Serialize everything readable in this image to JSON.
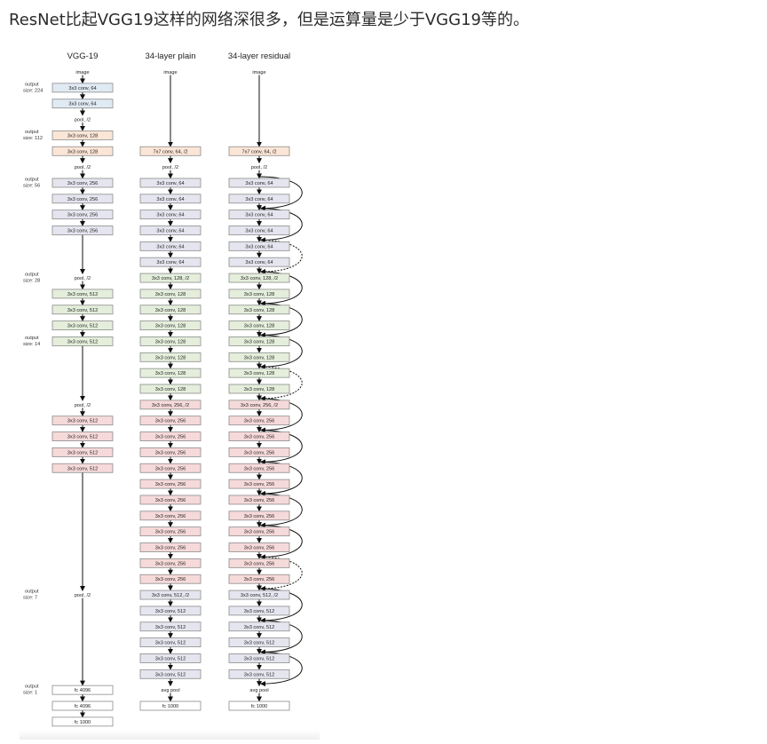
{
  "heading": "ResNet比起VGG19这样的网络深很多，但是运算量是少于VGG19等的。",
  "colors": {
    "blue": "#dfeaf3",
    "peach": "#fbe5d6",
    "grey": "#e5e5ef",
    "green": "#e4eedb",
    "pink": "#f6d9d9",
    "white": "#ffffff",
    "border": "#8c8c8c",
    "arrow": "#111111"
  },
  "diagram": {
    "columns": [
      {
        "title": "VGG-19",
        "layers": [
          {
            "label": "image",
            "type": "text"
          },
          {
            "label": "3x3 conv, 64",
            "type": "box",
            "color": "blue"
          },
          {
            "label": "3x3 conv, 64",
            "type": "box",
            "color": "blue"
          },
          {
            "label": "pool, /2",
            "type": "text"
          },
          {
            "label": "3x3 conv, 128",
            "type": "box",
            "color": "peach"
          },
          {
            "label": "3x3 conv, 128",
            "type": "box",
            "color": "peach"
          },
          {
            "label": "pool, /2",
            "type": "text"
          },
          {
            "label": "3x3 conv, 256",
            "type": "box",
            "color": "grey"
          },
          {
            "label": "3x3 conv, 256",
            "type": "box",
            "color": "grey"
          },
          {
            "label": "3x3 conv, 256",
            "type": "box",
            "color": "grey"
          },
          {
            "label": "3x3 conv, 256",
            "type": "box",
            "color": "grey"
          },
          {
            "label": "pool, /2",
            "type": "text"
          },
          {
            "label": "3x3 conv, 512",
            "type": "box",
            "color": "green"
          },
          {
            "label": "3x3 conv, 512",
            "type": "box",
            "color": "green"
          },
          {
            "label": "3x3 conv, 512",
            "type": "box",
            "color": "green"
          },
          {
            "label": "3x3 conv, 512",
            "type": "box",
            "color": "green"
          },
          {
            "label": "pool, /2",
            "type": "text"
          },
          {
            "label": "3x3 conv, 512",
            "type": "box",
            "color": "pink"
          },
          {
            "label": "3x3 conv, 512",
            "type": "box",
            "color": "pink"
          },
          {
            "label": "3x3 conv, 512",
            "type": "box",
            "color": "pink"
          },
          {
            "label": "3x3 conv, 512",
            "type": "box",
            "color": "pink"
          },
          {
            "label": "pool, /2",
            "type": "text"
          },
          {
            "label": "fc 4096",
            "type": "box",
            "color": "white"
          },
          {
            "label": "fc 4096",
            "type": "box",
            "color": "white"
          },
          {
            "label": "fc 1000",
            "type": "box",
            "color": "white"
          }
        ]
      },
      {
        "title": "34-layer plain",
        "layers": [
          {
            "label": "image",
            "type": "text"
          },
          {
            "label": "7x7 conv, 64, /2",
            "type": "box",
            "color": "peach"
          },
          {
            "label": "pool, /2",
            "type": "text"
          },
          {
            "label": "3x3 conv, 64",
            "type": "box",
            "color": "grey"
          },
          {
            "label": "3x3 conv, 64",
            "type": "box",
            "color": "grey"
          },
          {
            "label": "3x3 conv, 64",
            "type": "box",
            "color": "grey"
          },
          {
            "label": "3x3 conv, 64",
            "type": "box",
            "color": "grey"
          },
          {
            "label": "3x3 conv, 64",
            "type": "box",
            "color": "grey"
          },
          {
            "label": "3x3 conv, 64",
            "type": "box",
            "color": "grey"
          },
          {
            "label": "3x3 conv, 128, /2",
            "type": "box",
            "color": "green"
          },
          {
            "label": "3x3 conv, 128",
            "type": "box",
            "color": "green"
          },
          {
            "label": "3x3 conv, 128",
            "type": "box",
            "color": "green"
          },
          {
            "label": "3x3 conv, 128",
            "type": "box",
            "color": "green"
          },
          {
            "label": "3x3 conv, 128",
            "type": "box",
            "color": "green"
          },
          {
            "label": "3x3 conv, 128",
            "type": "box",
            "color": "green"
          },
          {
            "label": "3x3 conv, 128",
            "type": "box",
            "color": "green"
          },
          {
            "label": "3x3 conv, 128",
            "type": "box",
            "color": "green"
          },
          {
            "label": "3x3 conv, 256, /2",
            "type": "box",
            "color": "pink"
          },
          {
            "label": "3x3 conv, 256",
            "type": "box",
            "color": "pink"
          },
          {
            "label": "3x3 conv, 256",
            "type": "box",
            "color": "pink"
          },
          {
            "label": "3x3 conv, 256",
            "type": "box",
            "color": "pink"
          },
          {
            "label": "3x3 conv, 256",
            "type": "box",
            "color": "pink"
          },
          {
            "label": "3x3 conv, 256",
            "type": "box",
            "color": "pink"
          },
          {
            "label": "3x3 conv, 256",
            "type": "box",
            "color": "pink"
          },
          {
            "label": "3x3 conv, 256",
            "type": "box",
            "color": "pink"
          },
          {
            "label": "3x3 conv, 256",
            "type": "box",
            "color": "pink"
          },
          {
            "label": "3x3 conv, 256",
            "type": "box",
            "color": "pink"
          },
          {
            "label": "3x3 conv, 256",
            "type": "box",
            "color": "pink"
          },
          {
            "label": "3x3 conv, 256",
            "type": "box",
            "color": "pink"
          },
          {
            "label": "3x3 conv, 512, /2",
            "type": "box",
            "color": "grey"
          },
          {
            "label": "3x3 conv, 512",
            "type": "box",
            "color": "grey"
          },
          {
            "label": "3x3 conv, 512",
            "type": "box",
            "color": "grey"
          },
          {
            "label": "3x3 conv, 512",
            "type": "box",
            "color": "grey"
          },
          {
            "label": "3x3 conv, 512",
            "type": "box",
            "color": "grey"
          },
          {
            "label": "3x3 conv, 512",
            "type": "box",
            "color": "grey"
          },
          {
            "label": "avg pool",
            "type": "text"
          },
          {
            "label": "fc 1000",
            "type": "box",
            "color": "white"
          }
        ]
      },
      {
        "title": "34-layer residual",
        "layers": [
          {
            "label": "image",
            "type": "text"
          },
          {
            "label": "7x7 conv, 64, /2",
            "type": "box",
            "color": "peach"
          },
          {
            "label": "pool, /2",
            "type": "text"
          },
          {
            "label": "3x3 conv, 64",
            "type": "box",
            "color": "grey"
          },
          {
            "label": "3x3 conv, 64",
            "type": "box",
            "color": "grey"
          },
          {
            "label": "3x3 conv, 64",
            "type": "box",
            "color": "grey"
          },
          {
            "label": "3x3 conv, 64",
            "type": "box",
            "color": "grey"
          },
          {
            "label": "3x3 conv, 64",
            "type": "box",
            "color": "grey"
          },
          {
            "label": "3x3 conv, 64",
            "type": "box",
            "color": "grey"
          },
          {
            "label": "3x3 conv, 128, /2",
            "type": "box",
            "color": "green"
          },
          {
            "label": "3x3 conv, 128",
            "type": "box",
            "color": "green"
          },
          {
            "label": "3x3 conv, 128",
            "type": "box",
            "color": "green"
          },
          {
            "label": "3x3 conv, 128",
            "type": "box",
            "color": "green"
          },
          {
            "label": "3x3 conv, 128",
            "type": "box",
            "color": "green"
          },
          {
            "label": "3x3 conv, 128",
            "type": "box",
            "color": "green"
          },
          {
            "label": "3x3 conv, 128",
            "type": "box",
            "color": "green"
          },
          {
            "label": "3x3 conv, 128",
            "type": "box",
            "color": "green"
          },
          {
            "label": "3x3 conv, 256, /2",
            "type": "box",
            "color": "pink"
          },
          {
            "label": "3x3 conv, 256",
            "type": "box",
            "color": "pink"
          },
          {
            "label": "3x3 conv, 256",
            "type": "box",
            "color": "pink"
          },
          {
            "label": "3x3 conv, 256",
            "type": "box",
            "color": "pink"
          },
          {
            "label": "3x3 conv, 256",
            "type": "box",
            "color": "pink"
          },
          {
            "label": "3x3 conv, 256",
            "type": "box",
            "color": "pink"
          },
          {
            "label": "3x3 conv, 256",
            "type": "box",
            "color": "pink"
          },
          {
            "label": "3x3 conv, 256",
            "type": "box",
            "color": "pink"
          },
          {
            "label": "3x3 conv, 256",
            "type": "box",
            "color": "pink"
          },
          {
            "label": "3x3 conv, 256",
            "type": "box",
            "color": "pink"
          },
          {
            "label": "3x3 conv, 256",
            "type": "box",
            "color": "pink"
          },
          {
            "label": "3x3 conv, 256",
            "type": "box",
            "color": "pink"
          },
          {
            "label": "3x3 conv, 512, /2",
            "type": "box",
            "color": "grey"
          },
          {
            "label": "3x3 conv, 512",
            "type": "box",
            "color": "grey"
          },
          {
            "label": "3x3 conv, 512",
            "type": "box",
            "color": "grey"
          },
          {
            "label": "3x3 conv, 512",
            "type": "box",
            "color": "grey"
          },
          {
            "label": "3x3 conv, 512",
            "type": "box",
            "color": "grey"
          },
          {
            "label": "3x3 conv, 512",
            "type": "box",
            "color": "grey"
          },
          {
            "label": "avg pool",
            "type": "text"
          },
          {
            "label": "fc 1000",
            "type": "box",
            "color": "white"
          }
        ]
      }
    ],
    "output_sizes": [
      {
        "line1": "output",
        "line2": "size: 224"
      },
      {
        "line1": "output",
        "line2": "size: 112"
      },
      {
        "line1": "output",
        "line2": "size: 56"
      },
      {
        "line1": "output",
        "line2": "size: 28"
      },
      {
        "line1": "output",
        "line2": "size: 14"
      },
      {
        "line1": "output",
        "line2": "size: 7"
      },
      {
        "line1": "output",
        "line2": "size: 1"
      }
    ]
  }
}
